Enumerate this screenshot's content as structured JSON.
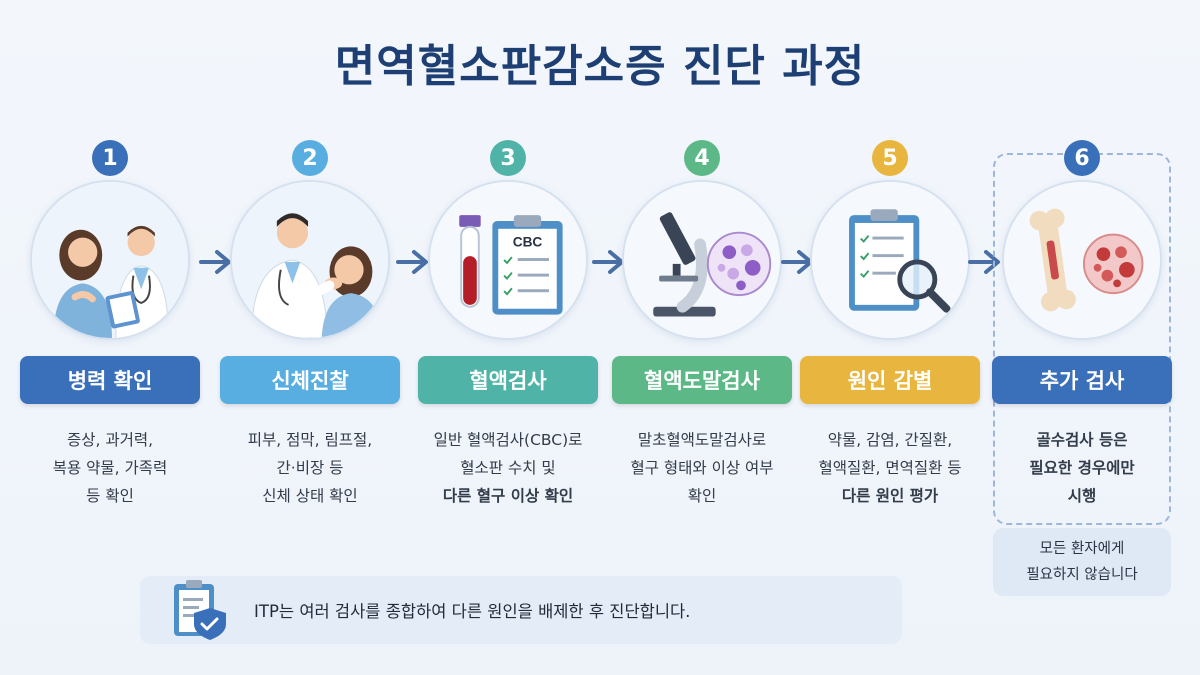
{
  "title": "면역혈소판감소증 진단 과정",
  "steps": [
    {
      "num": "1",
      "label": "병력 확인",
      "color": "#3a6fba",
      "desc": [
        "증상, 과거력,",
        "복용 약물, 가족력",
        "등 확인"
      ]
    },
    {
      "num": "2",
      "label": "신체진찰",
      "color": "#58aee0",
      "desc": [
        "피부, 점막, 림프절,",
        "간·비장 등",
        "신체 상태 확인"
      ]
    },
    {
      "num": "3",
      "label": "혈액검사",
      "color": "#4fb3a8",
      "desc": [
        "일반 혈액검사(CBC)로",
        "혈소판 수치 및",
        "다른 혈구 이상 확인"
      ]
    },
    {
      "num": "4",
      "label": "혈액도말검사",
      "color": "#5cb886",
      "desc": [
        "말초혈액도말검사로",
        "혈구 형태와 이상 여부",
        "확인"
      ]
    },
    {
      "num": "5",
      "label": "원인 감별",
      "color": "#e8b63e",
      "desc": [
        "약물, 감염, 간질환,",
        "혈액질환, 면역질환 등",
        "다른 원인 평가"
      ]
    },
    {
      "num": "6",
      "label": "추가 검사",
      "color": "#3a6fba",
      "desc": [
        "골수검사 등은",
        "필요한 경우에만",
        "시행"
      ]
    }
  ],
  "icons": {
    "step1": "patient-doctor-consultation-icon",
    "step2": "physical-exam-icon",
    "step3": "blood-test-cbc-icon",
    "step4": "microscope-smear-icon",
    "step5": "checklist-magnifier-icon",
    "step6": "bone-marrow-icon"
  },
  "cbc_text": "CBC",
  "note": {
    "line1": "모든 환자에게",
    "line2": "필요하지 않습니다"
  },
  "summary": "ITP는 여러 검사를 종합하여 다른 원인을 배제한 후 진단합니다.",
  "colors": {
    "title": "#1d3f73",
    "arrow": "#4a6fa5"
  }
}
